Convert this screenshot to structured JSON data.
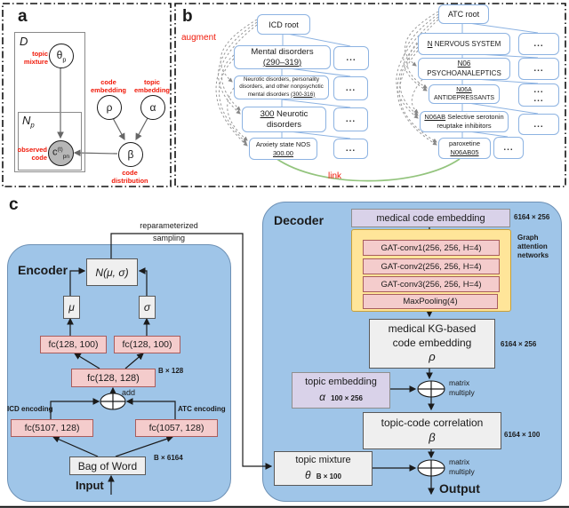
{
  "colors": {
    "blue": "#9fc5e8",
    "pink": "#f4cccc",
    "yellow": "#ffe599",
    "purple": "#d9d2e9",
    "graybox": "#efefef",
    "treeborder": "#8db3e2",
    "red": "#f01808",
    "green": "#93c47d"
  },
  "panel_a": {
    "label": "a",
    "plate_d": "D",
    "plate_n_base": "N",
    "plate_n_sub": "p",
    "theta_base": "θ",
    "theta_sub": "p",
    "theta_caption": "topic mixture",
    "rho": "ρ",
    "rho_caption": "code embedding",
    "alpha": "α",
    "alpha_caption": "topic embedding",
    "beta": "β",
    "beta_caption": "code distribution",
    "c_base": "c",
    "c_sup": "(t)",
    "c_sub": "pn",
    "c_caption": "observed code"
  },
  "panel_b": {
    "label": "b",
    "augment": "augment",
    "link": "link",
    "dots": "...",
    "icd": {
      "root": "ICD root",
      "l1_text": "Mental disorders",
      "l1_code": "(290–319)",
      "l2_text": "Neurotic disorders, personality disorders, and other nonpsychotic mental disorders ",
      "l2_code": "(300-316)",
      "l3_code": "300",
      "l3_text": " Neurotic disorders",
      "l4_text": "Anxiety state NOS",
      "l4_code": "300.00"
    },
    "atc": {
      "root": "ATC root",
      "l1_code": "N",
      "l1_text": " NERVOUS SYSTEM",
      "l2_code": "N06",
      "l2_text": "PSYCHOANALEPTICS",
      "l3_code": "N06A",
      "l3_text": "ANTIDEPRESSANTS",
      "l4_code": "N06AB",
      "l4_text": " Selective serotonin reuptake inhibitors",
      "l5_text": "paroxetine",
      "l5_code": "N06AB05"
    }
  },
  "panel_c": {
    "label": "c",
    "encoder": {
      "title": "Encoder",
      "reparam_line1": "reparameterized",
      "reparam_line2": "sampling",
      "nmu": "N(μ, σ)",
      "mu": "μ",
      "sigma": "σ",
      "fc_mu": "fc(128, 100)",
      "fc_sigma": "fc(128, 100)",
      "fc_merge": "fc(128, 128)",
      "dim_b128": "B × 128",
      "add": "add",
      "icd_encoding": "ICD encoding",
      "atc_encoding": "ATC encoding",
      "fc_icd": "fc(5107, 128)",
      "fc_atc": "fc(1057, 128)",
      "bow": "Bag of Word",
      "dim_b6164": "B × 6164",
      "input": "Input"
    },
    "decoder": {
      "title": "Decoder",
      "mce": "medical code embedding",
      "dim_mce": "6164 × 256",
      "gat1": "GAT-conv1(256, 256, H=4)",
      "gat2": "GAT-conv2(256, 256, H=4)",
      "gat3": "GAT-conv3(256, 256, H=4)",
      "maxpool": "MaxPooling(4)",
      "gat_label_1": "Graph",
      "gat_label_2": "attention",
      "gat_label_3": "networks",
      "kg_line1": "medical KG-based",
      "kg_line2": "code embedding",
      "kg_rho": "ρ",
      "dim_kg": "6164 × 256",
      "te": "topic embedding",
      "te_alpha": "α",
      "dim_te": "100 × 256",
      "mm1_line1": "matrix",
      "mm1_line2": "multiply",
      "tcc": "topic-code correlation",
      "tcc_beta": "β",
      "dim_tcc": "6164 × 100",
      "tm": "topic mixture",
      "tm_theta": "θ",
      "dim_tm": "B × 100",
      "mm2_line1": "matrix",
      "mm2_line2": "multiply",
      "output": "Output"
    }
  }
}
